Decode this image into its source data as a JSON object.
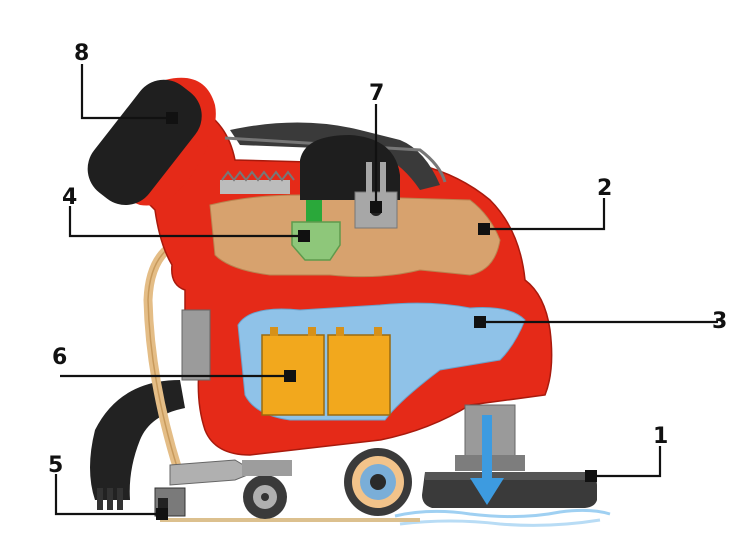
{
  "diagram": {
    "callouts": [
      {
        "id": "1",
        "label": "1"
      },
      {
        "id": "2",
        "label": "2"
      },
      {
        "id": "3",
        "label": "3"
      },
      {
        "id": "4",
        "label": "4"
      },
      {
        "id": "5",
        "label": "5"
      },
      {
        "id": "6",
        "label": "6"
      },
      {
        "id": "7",
        "label": "7"
      },
      {
        "id": "8",
        "label": "8"
      }
    ],
    "colors": {
      "body": "#e52a18",
      "body_dark": "#b81d10",
      "recovery_tank": "#d7a26e",
      "solution_tank": "#8fc2e8",
      "battery": "#f2a81d",
      "squeegee": "#222222",
      "hose": "#e4bd86",
      "water": "#3d9be0",
      "filter": "#8ec77a",
      "float": "#a7a7a7",
      "steering": "#b0b0b0"
    }
  }
}
